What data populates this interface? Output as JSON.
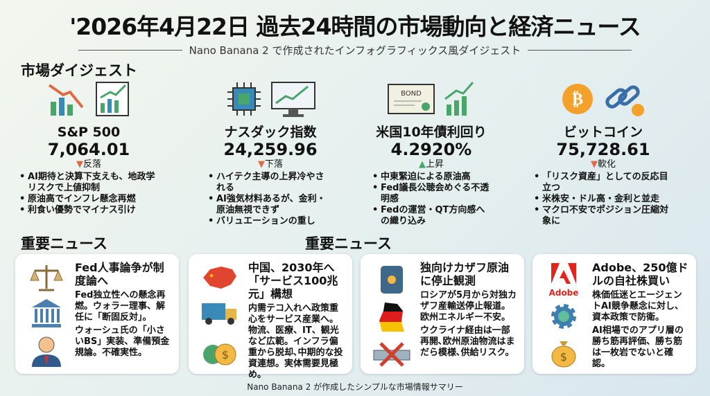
{
  "title": "'2026年4月22日 過去24時間の市場動向と経済ニュース",
  "subtitle": "Nano Banana 2 で作成されたインフォグラフィックス風ダイジェスト",
  "digest_heading": "市場ダイジェスト",
  "markets": [
    {
      "name": "S&P 500",
      "value": "7,064.01",
      "direction": "down",
      "change": "反落",
      "bullets": [
        "AI期待と決算下支えも、地政学リスクで上値抑制",
        "原油高でインフレ懸念再燃",
        "利食い優勢でマイナス引け"
      ]
    },
    {
      "name": "ナスダック指数",
      "value": "24,259.96",
      "direction": "down",
      "change": "下落",
      "bullets": [
        "ハイテク主導の上昇冷やされる",
        "AI強気材料あるが、金利・原油無視できず",
        "バリュエーションの重し"
      ]
    },
    {
      "name": "米国10年債利回り",
      "value": "4.2920%",
      "direction": "up",
      "change": "上昇",
      "bullets": [
        "中東緊迫による原油高",
        "Fed議長公聴会めぐる不透明感",
        "Fedの運営・QT方向感への織り込み"
      ]
    },
    {
      "name": "ビットコイン",
      "value": "75,728.61",
      "direction": "down",
      "change": "軟化",
      "bullets": [
        "「リスク資産」としての反応目立つ",
        "米株安・ドル高・金利と並走",
        "マクロ不安でポジション圧縮対象に"
      ]
    }
  ],
  "news_heading": "重要ニュース",
  "news": [
    {
      "title": "Fed人事論争が制度論へ",
      "paras": [
        "Fed独立性への懸念再燃。ウォラー理事、解任に「断固反対」。",
        "ウォーシュ氏の「小さいBS」実装、準備預金規論。不確実性。"
      ]
    },
    {
      "title": "中国、2030年へ「サービス100兆元」構想",
      "paras": [
        "内需テコ入れへ政策重心をサービス産業へ。物流、医療、IT、観光など広範。インフラ偏重から脱却､中期的な投資連想。実体需要見極め。"
      ]
    },
    {
      "title": "独向けカザフ原油に停止観測",
      "paras": [
        "ロシアが5月から対独カザフ産輸送停止報道。欧州エネルギー不安。",
        "ウクライナ経由は一部再開､欧州原油物流はまだら模様､供給リスク。"
      ]
    },
    {
      "title": "Adobe、250億ドルの自社株買い",
      "logo_text": "Adobe",
      "paras": [
        "株価低迷とエージェントAI競争懸念に対し、資本政策で防衛。",
        "AI相場でのアプリ層の勝ち筋再評価、勝ち筋は一枚岩でないと確認。"
      ]
    }
  ],
  "footer": "Nano Banana 2 が作成したシンプルな市場情報サマリー",
  "colors": {
    "down": "#e06a45",
    "up": "#4aa56a",
    "adobe": "#e1251b"
  }
}
